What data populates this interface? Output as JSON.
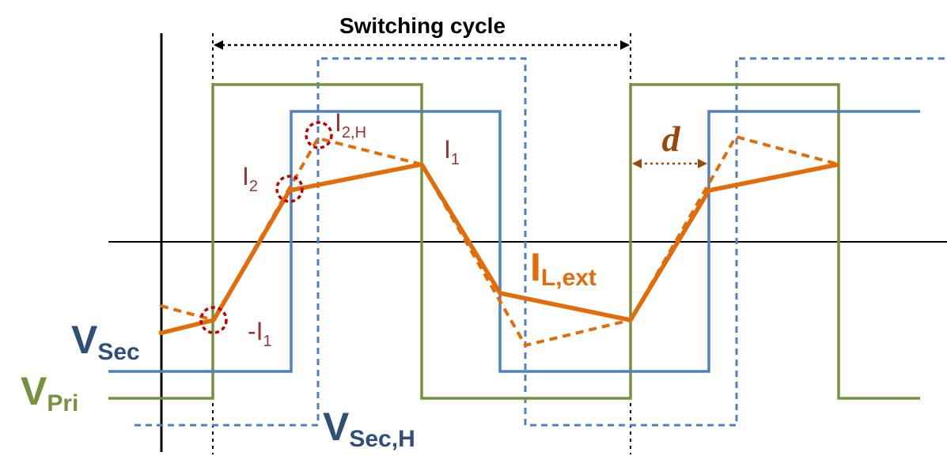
{
  "colors": {
    "primary": "#76923c",
    "secondary": "#4f81bd",
    "secondary_label": "#2f4f7a",
    "current": "#e36c09",
    "marker": "#c00000",
    "label_dark_red": "#943634",
    "delay_arrow": "#984807",
    "axis": "#000000"
  },
  "labels": {
    "switching_cycle": "Switching cycle",
    "d": "d",
    "i2h_main": "I",
    "i2h_sub": "2,H",
    "i1_main": "I",
    "i1_sub": "1",
    "i2_main": "I",
    "i2_sub": "2",
    "neg_i1_main": "-I",
    "neg_i1_sub": "1",
    "ilext_main": "I",
    "ilext_sub": "L,ext",
    "vsec_main": "V",
    "vsec_sub": "Sec",
    "vpri_main": "V",
    "vpri_sub": "Pri",
    "vsech_main": "V",
    "vsech_sub": "Sec,H"
  }
}
